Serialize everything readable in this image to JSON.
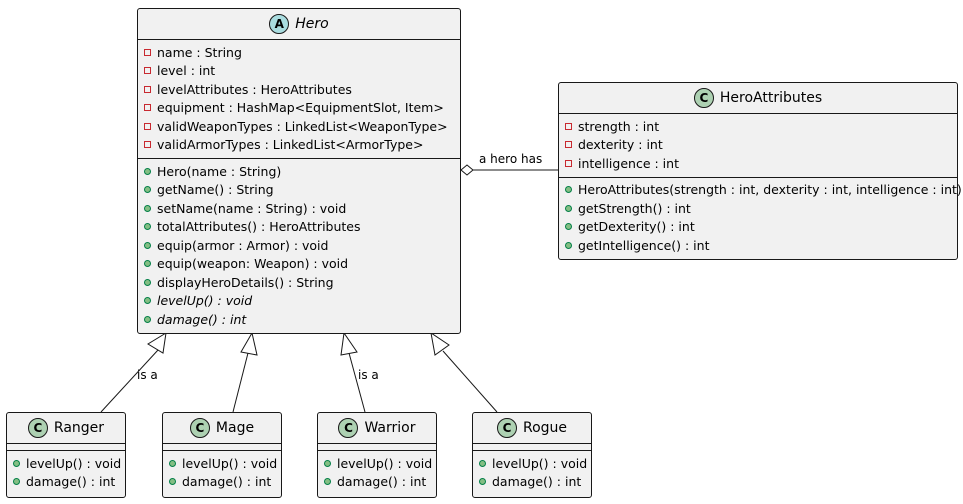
{
  "hero": {
    "stereotype": "A",
    "name": "Hero",
    "fields": [
      "name : String",
      "level : int",
      "levelAttributes : HeroAttributes",
      "equipment : HashMap<EquipmentSlot, Item>",
      "validWeaponTypes : LinkedList<WeaponType>",
      "validArmorTypes : LinkedList<ArmorType>"
    ],
    "methods": [
      "Hero(name : String)",
      "getName() : String",
      "setName(name : String) : void",
      "totalAttributes() : HeroAttributes",
      "equip(armor : Armor) : void",
      "equip(weapon: Weapon) : void",
      "displayHeroDetails() : String",
      "levelUp() : void",
      "damage() : int"
    ]
  },
  "heroAttributes": {
    "stereotype": "C",
    "name": "HeroAttributes",
    "fields": [
      "strength : int",
      "dexterity : int",
      "intelligence : int"
    ],
    "methods": [
      "HeroAttributes(strength : int, dexterity : int, intelligence : int)",
      "getStrength() : int",
      "getDexterity() : int",
      "getIntelligence() : int"
    ]
  },
  "subclasses": [
    {
      "stereotype": "C",
      "name": "Ranger",
      "methods": [
        "levelUp() : void",
        "damage() : int"
      ]
    },
    {
      "stereotype": "C",
      "name": "Mage",
      "methods": [
        "levelUp() : void",
        "damage() : int"
      ]
    },
    {
      "stereotype": "C",
      "name": "Warrior",
      "methods": [
        "levelUp() : void",
        "damage() : int"
      ]
    },
    {
      "stereotype": "C",
      "name": "Rogue",
      "methods": [
        "levelUp() : void",
        "damage() : int"
      ]
    }
  ],
  "relations": {
    "aggregation_label": "a hero has",
    "ranger_label": "is a",
    "warrior_label": "is a"
  }
}
